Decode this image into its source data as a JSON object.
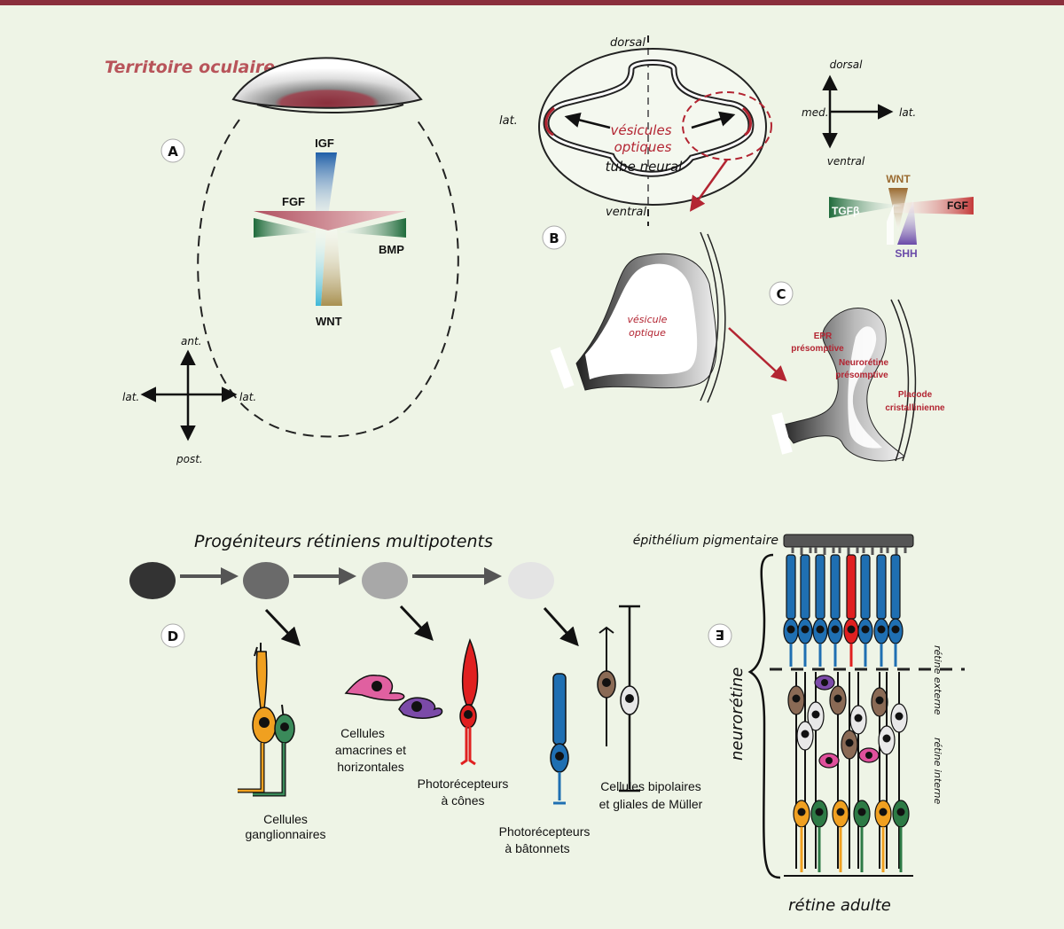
{
  "panel_a": {
    "letter": "A",
    "title": "Territoire oculaire",
    "labels": {
      "igf": "IGF",
      "fgf": "FGF",
      "bmp": "BMP",
      "wnt": "WNT"
    },
    "axes": {
      "ant": "ant.",
      "post": "post.",
      "lat_left": "lat.",
      "lat_right": "lat."
    }
  },
  "panel_b": {
    "letter": "B",
    "dorsal": "dorsal",
    "ventral": "ventral",
    "lat": "lat.",
    "vesicles_line1": "vésicules",
    "vesicles_line2": "optiques",
    "neural_tube": "tube neural",
    "vesicle_line1": "vésicule",
    "vesicle_line2": "optique"
  },
  "orientation": {
    "dorsal": "dorsal",
    "ventral": "ventral",
    "med": "med.",
    "lat": "lat.",
    "wnt": "WNT",
    "fgf": "FGF",
    "tgf": "TGFβ",
    "shh": "SHH"
  },
  "panel_c": {
    "letter": "C",
    "epr_line1": "EPR",
    "epr_line2": "présomptive",
    "neuro_line1": "Neurorétine",
    "neuro_line2": "présomptive",
    "placode_line1": "Placode",
    "placode_line2": "cristallinienne"
  },
  "panel_d": {
    "letter": "D",
    "title": "Progéniteurs rétiniens multipotents",
    "ganglion_line1": "Cellules",
    "ganglion_line2": "ganglionnaires",
    "amacrine_line1": "Cellules",
    "amacrine_line2": "amacrines et",
    "amacrine_line3": "horizontales",
    "cones_line1": "Photorécepteurs",
    "cones_line2": "à cônes",
    "rods_line1": "Photorécepteurs",
    "rods_line2": "à bâtonnets",
    "bipolar_line1": "Cellules bipolaires",
    "bipolar_line2": "et gliales de Müller"
  },
  "panel_e": {
    "letter": "E",
    "rpe": "épithélium pigmentaire",
    "outer": "rétine externe",
    "inner": "rétine interne",
    "neuroretina": "neurorétine",
    "adult": "rétine adulte"
  },
  "colors": {
    "background": "#eef4e6",
    "accent_red": "#b32532",
    "title_red": "#b8545a",
    "blue": "#1f6fb2",
    "green": "#2d7a45",
    "olive": "#b8a070",
    "purple": "#7b4aa8",
    "pink": "#e0509c",
    "orange": "#f0a020",
    "brown": "#8a6a55"
  }
}
